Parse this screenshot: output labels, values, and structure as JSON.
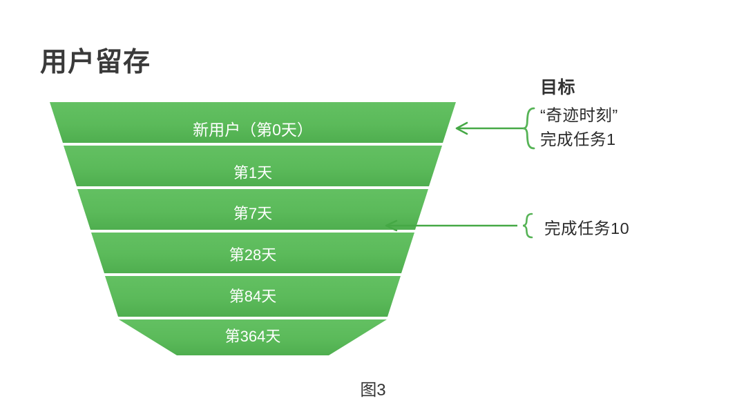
{
  "chart_data": {
    "type": "funnel",
    "title": "用户留存",
    "caption": "图3",
    "accent_color": "#5cba5b",
    "accent_color_dark": "#4fae4f",
    "separator_color": "#ffffff",
    "label_color": "#ffffff",
    "title_color": "#3a3a3a",
    "annotation_color": "#2b2b2b",
    "brace_color": "#56b356",
    "arrow_color": "#45a845",
    "stages": [
      {
        "label": "新用户（第0天）",
        "level": 0
      },
      {
        "label": "第1天",
        "level": 1
      },
      {
        "label": "第7天",
        "level": 2
      },
      {
        "label": "第28天",
        "level": 3
      },
      {
        "label": "第84天",
        "level": 4
      },
      {
        "label": "第364天",
        "level": 5
      }
    ],
    "stage_count": 6,
    "orientation": "inverted-pyramid",
    "xlabel": "",
    "ylabel": "",
    "grid": false,
    "legend": "none"
  },
  "annotations": [
    {
      "id": "goal",
      "heading": "目标",
      "lines": [
        "“奇迹时刻”",
        "完成任务1"
      ],
      "points_to_stage": "新用户（第0天）",
      "has_brace": true,
      "has_arrow": true
    },
    {
      "id": "task10",
      "heading": "",
      "lines": [
        "完成任务10"
      ],
      "points_to_stage": "第7天",
      "has_brace": true,
      "has_arrow": true
    }
  ],
  "icons": {
    "arrow_left": "arrow-left-icon",
    "brace_right": "curly-brace-icon"
  }
}
